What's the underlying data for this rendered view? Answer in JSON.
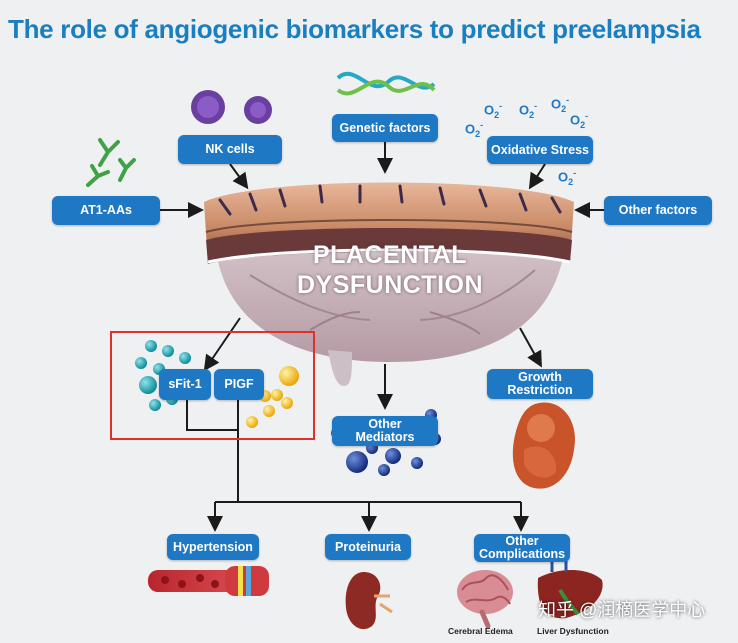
{
  "title": "The role of angiogenic biomarkers to predict preelampsia",
  "center": {
    "line1": "PLACENTAL",
    "line2": "DYSFUNCTION"
  },
  "factors": {
    "nk_cells": "NK cells",
    "genetic": "Genetic factors",
    "oxidative": "Oxidative Stress",
    "at1": "AT1-AAs",
    "other_factors": "Other factors"
  },
  "oxygen_symbol": {
    "base": "O",
    "subscript": "2",
    "superscript": "-"
  },
  "biomarkers": {
    "sflt": "sFit-1",
    "pigf": "PIGF"
  },
  "outputs": {
    "other_mediators": [
      "Other",
      "Mediators"
    ],
    "growth_restriction": [
      "Growth",
      "Restriction"
    ]
  },
  "outcomes": {
    "hypertension": "Hypertension",
    "proteinuria": "Proteinuria",
    "other_complications": [
      "Other",
      "Complications"
    ]
  },
  "captions": {
    "cerebral": "Cerebral Edema",
    "liver": "Liver Dysfunction"
  },
  "watermark": "知乎 @润樀医学中心",
  "colors": {
    "title": "#1a7fc1",
    "pill": "#1e78c4",
    "highlight_box": "#e0302c",
    "teal_ball": "#1aa6b4",
    "gold_ball": "#f6c21b",
    "navy_ball": "#1f3f9a"
  }
}
